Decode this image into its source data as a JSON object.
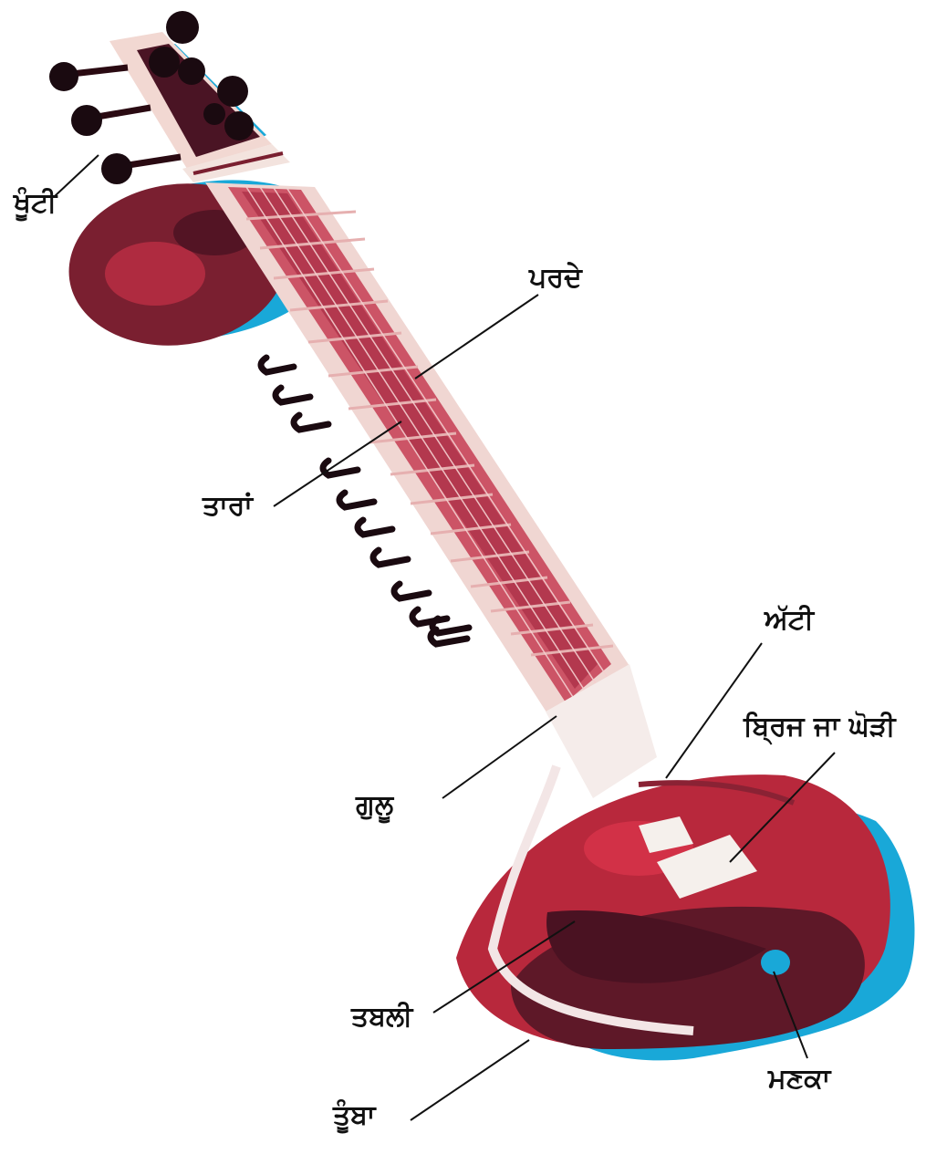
{
  "labels": {
    "khunti": "ਖੂੰਟੀ",
    "parde": "ਪਰਦੇ",
    "taaran": "ਤਾਰਾਂ",
    "atti": "ਅੱਟੀ",
    "bridge": "ਬ੍ਰਿਜ ਜਾ ਘੋੜੀ",
    "gullu": "ਗੁਲੂ",
    "tabli": "ਤਬਲੀ",
    "manka": "ਮਣਕਾ",
    "tumba": "ਤੂੰਬਾ"
  },
  "colors": {
    "body_red": "#b8283c",
    "body_dark": "#5e1828",
    "neck_pink": "#cc5466",
    "cyan_shadow": "#19a8d8",
    "leader_line": "#111111"
  }
}
